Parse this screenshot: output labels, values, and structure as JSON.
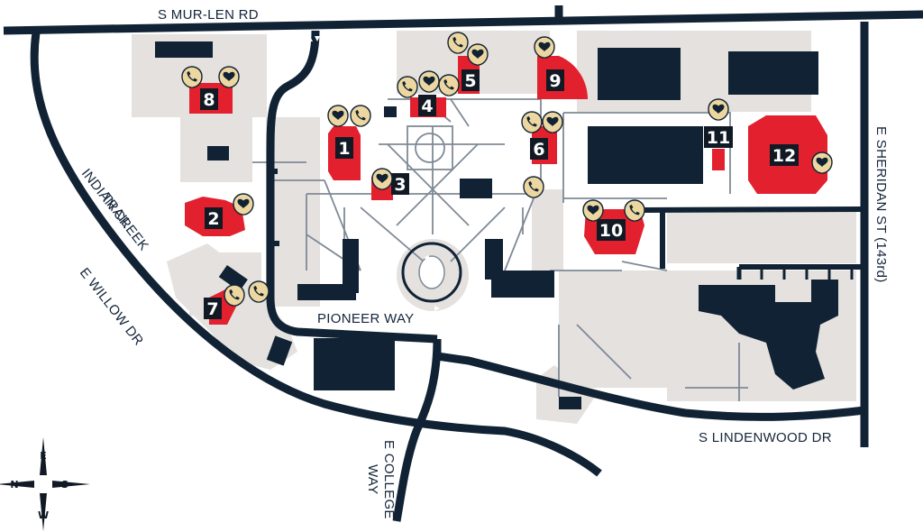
{
  "roads": {
    "mur_len": "S MUR-LEN RD",
    "indian_creek_1": "INDIAN CREEK",
    "indian_creek_2": "TRAIL",
    "willow": "E WILLOW DR",
    "pioneer": "PIONEER WAY",
    "college_1": "E COLLEGE",
    "college_2": "WAY",
    "lindenwood": "S LINDENWOOD DR",
    "sheridan": "E SHERIDAN ST (143rd)"
  },
  "buildings": [
    {
      "label": "1"
    },
    {
      "label": "2"
    },
    {
      "label": "3"
    },
    {
      "label": "4"
    },
    {
      "label": "5"
    },
    {
      "label": "6"
    },
    {
      "label": "7"
    },
    {
      "label": "8"
    },
    {
      "label": "9"
    },
    {
      "label": "10"
    },
    {
      "label": "11"
    },
    {
      "label": "12"
    }
  ],
  "compass": {
    "n": "N",
    "e": "E",
    "s": "S",
    "w": "W"
  },
  "icons": {
    "phone": "phone-icon",
    "heart": "heart-icon"
  },
  "colors": {
    "road": "#102233",
    "building_dark": "#102233",
    "highlight": "#e2202e",
    "campus_gray": "#e4e1df",
    "path": "#7f8a96",
    "pin": "#ecd7a0"
  }
}
